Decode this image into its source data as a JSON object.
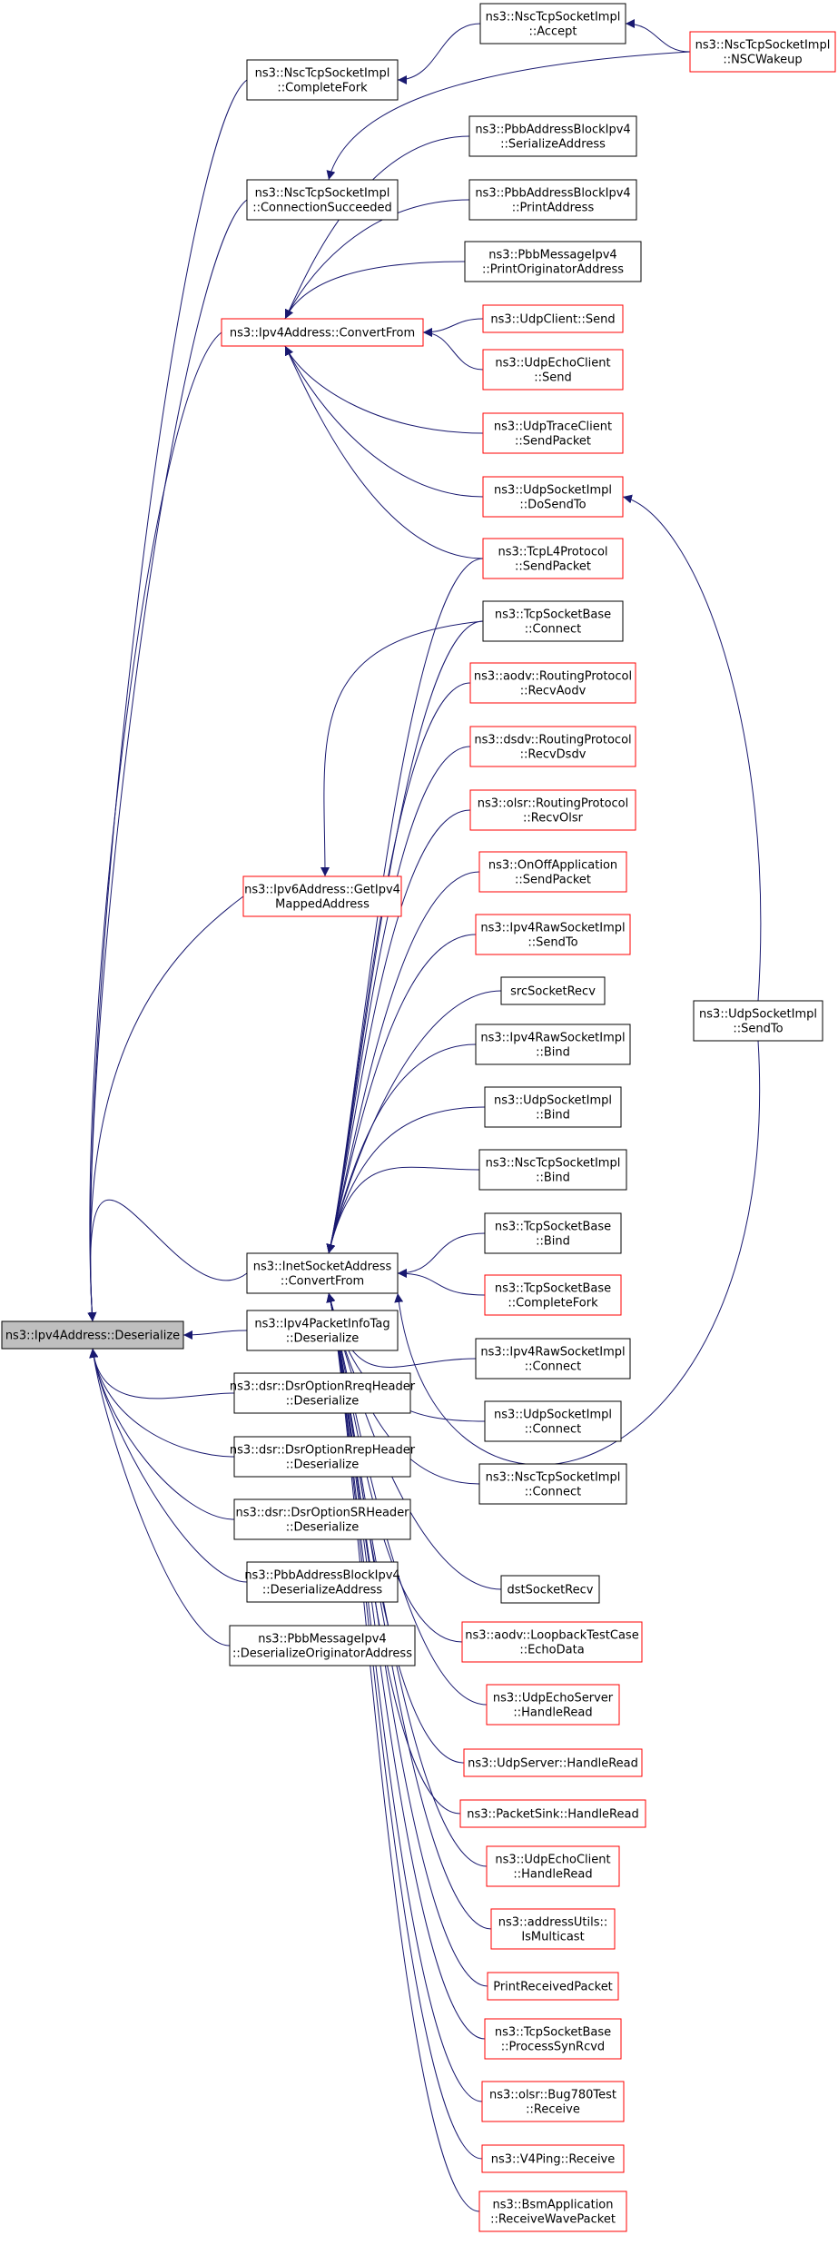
{
  "colors": {
    "edge": "#191970",
    "border_black": "#000000",
    "border_red": "#ff0000",
    "root_fill": "#bfbfbf",
    "node_fill": "#ffffff"
  },
  "nodes": [
    {
      "id": "root",
      "lines": [
        "ns3::Ipv4Address::Deserialize"
      ],
      "border": "black",
      "root": true
    },
    {
      "id": "inet_convert",
      "lines": [
        "ns3::InetSocketAddress",
        "::ConvertFrom"
      ],
      "border": "black"
    },
    {
      "id": "pktinfo_deser",
      "lines": [
        "ns3::Ipv4PacketInfoTag",
        "::Deserialize"
      ],
      "border": "black"
    },
    {
      "id": "dsr_rreq",
      "lines": [
        "ns3::dsr::DsrOptionRreqHeader",
        "::Deserialize"
      ],
      "border": "black"
    },
    {
      "id": "dsr_rrep",
      "lines": [
        "ns3::dsr::DsrOptionRrepHeader",
        "::Deserialize"
      ],
      "border": "black"
    },
    {
      "id": "dsr_sr",
      "lines": [
        "ns3::dsr::DsrOptionSRHeader",
        "::Deserialize"
      ],
      "border": "black"
    },
    {
      "id": "pbb_block_deser",
      "lines": [
        "ns3::PbbAddressBlockIpv4",
        "::DeserializeAddress"
      ],
      "border": "black"
    },
    {
      "id": "pbb_msg_deser",
      "lines": [
        "ns3::PbbMessageIpv4",
        "::DeserializeOriginatorAddress"
      ],
      "border": "black"
    },
    {
      "id": "nsc_completefork",
      "lines": [
        "ns3::NscTcpSocketImpl",
        "::CompleteFork"
      ],
      "border": "black"
    },
    {
      "id": "nsc_connsucc",
      "lines": [
        "ns3::NscTcpSocketImpl",
        "::ConnectionSucceeded"
      ],
      "border": "black"
    },
    {
      "id": "ipv4_convert",
      "lines": [
        "ns3::Ipv4Address::ConvertFrom"
      ],
      "border": "red"
    },
    {
      "id": "ipv6_getipv4",
      "lines": [
        "ns3::Ipv6Address::GetIpv4",
        "MappedAddress"
      ],
      "border": "red"
    },
    {
      "id": "nsc_accept",
      "lines": [
        "ns3::NscTcpSocketImpl",
        "::Accept"
      ],
      "border": "black"
    },
    {
      "id": "nsc_wakeup",
      "lines": [
        "ns3::NscTcpSocketImpl",
        "::NSCWakeup"
      ],
      "border": "red"
    },
    {
      "id": "pbb_block_ser",
      "lines": [
        "ns3::PbbAddressBlockIpv4",
        "::SerializeAddress"
      ],
      "border": "black"
    },
    {
      "id": "pbb_block_print",
      "lines": [
        "ns3::PbbAddressBlockIpv4",
        "::PrintAddress"
      ],
      "border": "black"
    },
    {
      "id": "pbb_msg_print",
      "lines": [
        "ns3::PbbMessageIpv4",
        "::PrintOriginatorAddress"
      ],
      "border": "black"
    },
    {
      "id": "udpclient_send",
      "lines": [
        "ns3::UdpClient::Send"
      ],
      "border": "red"
    },
    {
      "id": "udpecho_send",
      "lines": [
        "ns3::UdpEchoClient",
        "::Send"
      ],
      "border": "red"
    },
    {
      "id": "udptrace_send",
      "lines": [
        "ns3::UdpTraceClient",
        "::SendPacket"
      ],
      "border": "red"
    },
    {
      "id": "udpsock_dosendto",
      "lines": [
        "ns3::UdpSocketImpl",
        "::DoSendTo"
      ],
      "border": "red"
    },
    {
      "id": "tcpl4_send",
      "lines": [
        "ns3::TcpL4Protocol",
        "::SendPacket"
      ],
      "border": "red"
    },
    {
      "id": "tcpbase_connect",
      "lines": [
        "ns3::TcpSocketBase",
        "::Connect"
      ],
      "border": "black"
    },
    {
      "id": "aodv_recv",
      "lines": [
        "ns3::aodv::RoutingProtocol",
        "::RecvAodv"
      ],
      "border": "red"
    },
    {
      "id": "dsdv_recv",
      "lines": [
        "ns3::dsdv::RoutingProtocol",
        "::RecvDsdv"
      ],
      "border": "red"
    },
    {
      "id": "olsr_recv",
      "lines": [
        "ns3::olsr::RoutingProtocol",
        "::RecvOlsr"
      ],
      "border": "red"
    },
    {
      "id": "onoff_send",
      "lines": [
        "ns3::OnOffApplication",
        "::SendPacket"
      ],
      "border": "red"
    },
    {
      "id": "ipv4raw_sendto",
      "lines": [
        "ns3::Ipv4RawSocketImpl",
        "::SendTo"
      ],
      "border": "red"
    },
    {
      "id": "srcsocketrecv",
      "lines": [
        "srcSocketRecv"
      ],
      "border": "black"
    },
    {
      "id": "ipv4raw_bind",
      "lines": [
        "ns3::Ipv4RawSocketImpl",
        "::Bind"
      ],
      "border": "black"
    },
    {
      "id": "udpsock_bind",
      "lines": [
        "ns3::UdpSocketImpl",
        "::Bind"
      ],
      "border": "black"
    },
    {
      "id": "nsc_bind",
      "lines": [
        "ns3::NscTcpSocketImpl",
        "::Bind"
      ],
      "border": "black"
    },
    {
      "id": "tcpbase_bind",
      "lines": [
        "ns3::TcpSocketBase",
        "::Bind"
      ],
      "border": "black"
    },
    {
      "id": "tcpbase_completefork",
      "lines": [
        "ns3::TcpSocketBase",
        "::CompleteFork"
      ],
      "border": "red"
    },
    {
      "id": "ipv4raw_connect",
      "lines": [
        "ns3::Ipv4RawSocketImpl",
        "::Connect"
      ],
      "border": "black"
    },
    {
      "id": "udpsock_connect",
      "lines": [
        "ns3::UdpSocketImpl",
        "::Connect"
      ],
      "border": "black"
    },
    {
      "id": "nsc_connect",
      "lines": [
        "ns3::NscTcpSocketImpl",
        "::Connect"
      ],
      "border": "black"
    },
    {
      "id": "dstsocketrecv",
      "lines": [
        "dstSocketRecv"
      ],
      "border": "black"
    },
    {
      "id": "aodv_echo",
      "lines": [
        "ns3::aodv::LoopbackTestCase",
        "::EchoData"
      ],
      "border": "red"
    },
    {
      "id": "udpechoserver_read",
      "lines": [
        "ns3::UdpEchoServer",
        "::HandleRead"
      ],
      "border": "red"
    },
    {
      "id": "udpserver_read",
      "lines": [
        "ns3::UdpServer::HandleRead"
      ],
      "border": "red"
    },
    {
      "id": "packetsink_read",
      "lines": [
        "ns3::PacketSink::HandleRead"
      ],
      "border": "red"
    },
    {
      "id": "udpechoclient_read",
      "lines": [
        "ns3::UdpEchoClient",
        "::HandleRead"
      ],
      "border": "red"
    },
    {
      "id": "addressutils_multicast",
      "lines": [
        "ns3::addressUtils::",
        "IsMulticast"
      ],
      "border": "red"
    },
    {
      "id": "printreceived",
      "lines": [
        "PrintReceivedPacket"
      ],
      "border": "red"
    },
    {
      "id": "tcpbase_synrcvd",
      "lines": [
        "ns3::TcpSocketBase",
        "::ProcessSynRcvd"
      ],
      "border": "red"
    },
    {
      "id": "olsr_bug780",
      "lines": [
        "ns3::olsr::Bug780Test",
        "::Receive"
      ],
      "border": "red"
    },
    {
      "id": "v4ping_recv",
      "lines": [
        "ns3::V4Ping::Receive"
      ],
      "border": "red"
    },
    {
      "id": "bsm_recv",
      "lines": [
        "ns3::BsmApplication",
        "::ReceiveWavePacket"
      ],
      "border": "red"
    },
    {
      "id": "udpsock_sendto",
      "lines": [
        "ns3::UdpSocketImpl",
        "::SendTo"
      ],
      "border": "black"
    }
  ],
  "edges": [
    [
      "inet_convert",
      "root"
    ],
    [
      "pktinfo_deser",
      "root"
    ],
    [
      "dsr_rreq",
      "root"
    ],
    [
      "dsr_rrep",
      "root"
    ],
    [
      "dsr_sr",
      "root"
    ],
    [
      "pbb_block_deser",
      "root"
    ],
    [
      "pbb_msg_deser",
      "root"
    ],
    [
      "nsc_completefork",
      "root"
    ],
    [
      "nsc_connsucc",
      "root"
    ],
    [
      "ipv4_convert",
      "root"
    ],
    [
      "ipv6_getipv4",
      "root"
    ],
    [
      "nsc_accept",
      "nsc_completefork"
    ],
    [
      "nsc_wakeup",
      "nsc_accept"
    ],
    [
      "nsc_wakeup",
      "nsc_connsucc"
    ],
    [
      "pbb_block_ser",
      "ipv4_convert"
    ],
    [
      "pbb_block_print",
      "ipv4_convert"
    ],
    [
      "pbb_msg_print",
      "ipv4_convert"
    ],
    [
      "udpclient_send",
      "ipv4_convert"
    ],
    [
      "udpecho_send",
      "ipv4_convert"
    ],
    [
      "udptrace_send",
      "ipv4_convert"
    ],
    [
      "udpsock_dosendto",
      "ipv4_convert"
    ],
    [
      "tcpl4_send",
      "ipv4_convert"
    ],
    [
      "udpsock_sendto",
      "udpsock_dosendto"
    ],
    [
      "tcpbase_connect",
      "ipv6_getipv4"
    ],
    [
      "tcpl4_send",
      "inet_convert"
    ],
    [
      "tcpbase_connect",
      "inet_convert"
    ],
    [
      "aodv_recv",
      "inet_convert"
    ],
    [
      "dsdv_recv",
      "inet_convert"
    ],
    [
      "olsr_recv",
      "inet_convert"
    ],
    [
      "onoff_send",
      "inet_convert"
    ],
    [
      "ipv4raw_sendto",
      "inet_convert"
    ],
    [
      "srcsocketrecv",
      "inet_convert"
    ],
    [
      "ipv4raw_bind",
      "inet_convert"
    ],
    [
      "udpsock_bind",
      "inet_convert"
    ],
    [
      "nsc_bind",
      "inet_convert"
    ],
    [
      "tcpbase_bind",
      "inet_convert"
    ],
    [
      "tcpbase_completefork",
      "inet_convert"
    ],
    [
      "ipv4raw_connect",
      "inet_convert"
    ],
    [
      "udpsock_connect",
      "inet_convert"
    ],
    [
      "nsc_connect",
      "inet_convert"
    ],
    [
      "udpsock_sendto",
      "inet_convert"
    ],
    [
      "dstsocketrecv",
      "inet_convert"
    ],
    [
      "aodv_echo",
      "inet_convert"
    ],
    [
      "udpechoserver_read",
      "inet_convert"
    ],
    [
      "udpserver_read",
      "inet_convert"
    ],
    [
      "packetsink_read",
      "inet_convert"
    ],
    [
      "udpechoclient_read",
      "inet_convert"
    ],
    [
      "addressutils_multicast",
      "inet_convert"
    ],
    [
      "printreceived",
      "inet_convert"
    ],
    [
      "tcpbase_synrcvd",
      "inet_convert"
    ],
    [
      "olsr_bug780",
      "inet_convert"
    ],
    [
      "v4ping_recv",
      "inet_convert"
    ],
    [
      "bsm_recv",
      "inet_convert"
    ]
  ]
}
